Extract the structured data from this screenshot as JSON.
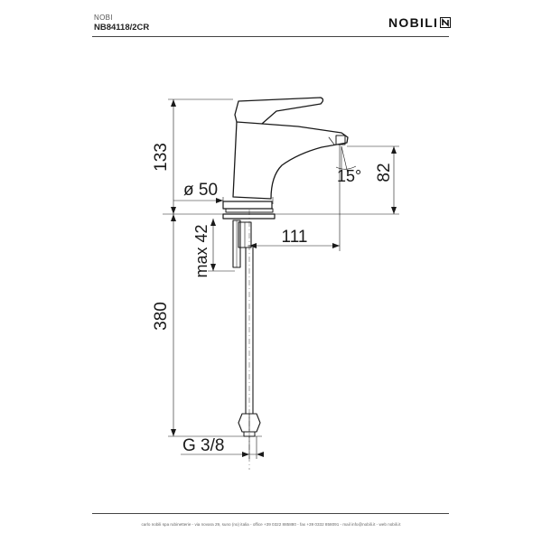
{
  "header": {
    "series": "NOBI",
    "code": "NB84118/2CR",
    "brand": "NOBILI",
    "brand_mark_icon": "n-square-logo-icon"
  },
  "dimensions": {
    "body_height": "133",
    "base_diameter": "ø 50",
    "angle": "15°",
    "spout_height": "82",
    "max_deck": "max 42",
    "spout_reach": "111",
    "hose_length": "380",
    "connection": "G 3/8"
  },
  "footer": {
    "text": "carlo nobili spa rubinetterie - via novara 29, suno (no) italia - office +39 0322 885880 - fax +39 0332 858091 - mail info@nobili.it - web nobili.it"
  },
  "colors": {
    "line": "#1a1a1a",
    "rule": "#444444"
  }
}
